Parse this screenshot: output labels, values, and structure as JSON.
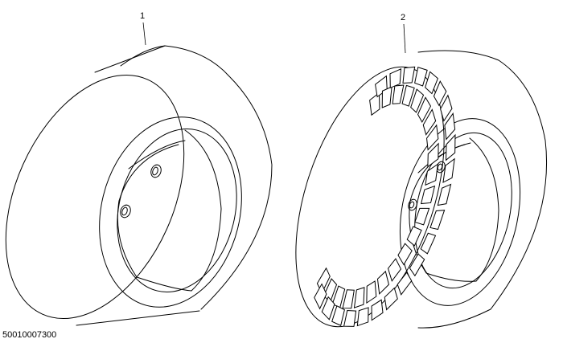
{
  "callouts": {
    "item1": "1",
    "item2": "2"
  },
  "drawing_id": "50010007300",
  "parts": [
    {
      "ref": "1",
      "icon": "smooth-tire-icon"
    },
    {
      "ref": "2",
      "icon": "treaded-tire-icon"
    }
  ]
}
